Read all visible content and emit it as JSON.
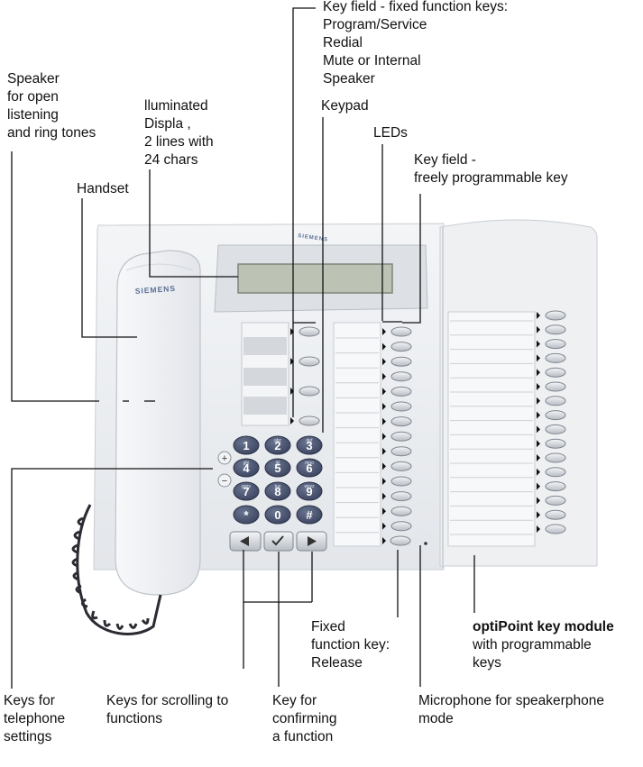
{
  "labels": {
    "fixed_keys": "Key field - fixed function keys:\nProgram/Service\nRedial\nMute or Internal\nSpeaker",
    "speaker": "Speaker\nfor open\nlistening\nand ring tones",
    "display": "lluminated\nDispla ,\n2 lines with\n24 chars",
    "keypad": "Keypad",
    "leds": "LEDs",
    "key_field_prog": "Key field -\nfreely programmable key",
    "handset": "Handset",
    "release": "Fixed\nfunction key:\nRelease",
    "module_title": "optiPoint key module",
    "module_desc": "with programmable\nkeys",
    "settings": "Keys for\ntelephone\nsettings",
    "scrolling": "Keys for scrolling to\nfunctions",
    "confirm": "Key for\nconfirming\na function",
    "microphone": "Microphone for speakerphone\nmode"
  },
  "brand": {
    "handset": "SIEMENS",
    "display": "SIEMENS"
  },
  "keypad": [
    {
      "digit": "1",
      "letters": ""
    },
    {
      "digit": "2",
      "letters": "abc"
    },
    {
      "digit": "3",
      "letters": "def"
    },
    {
      "digit": "4",
      "letters": "ghi"
    },
    {
      "digit": "5",
      "letters": "jkl"
    },
    {
      "digit": "6",
      "letters": "mno"
    },
    {
      "digit": "7",
      "letters": "pqrs"
    },
    {
      "digit": "8",
      "letters": "tuv"
    },
    {
      "digit": "9",
      "letters": "wxyz"
    },
    {
      "digit": "*",
      "letters": ""
    },
    {
      "digit": "0",
      "letters": ""
    },
    {
      "digit": "#",
      "letters": ""
    }
  ],
  "volume_keys": [
    "+",
    "−"
  ],
  "icons": {
    "scroll_left": "triangle-left-icon",
    "confirm": "checkmark-icon",
    "scroll_right": "triangle-right-icon"
  },
  "colors": {
    "body": "#e9ecef",
    "module": "#eef0f2",
    "keypad_key": "#4a5470",
    "display": "#bcc2b4",
    "cord": "#2b2b33"
  }
}
